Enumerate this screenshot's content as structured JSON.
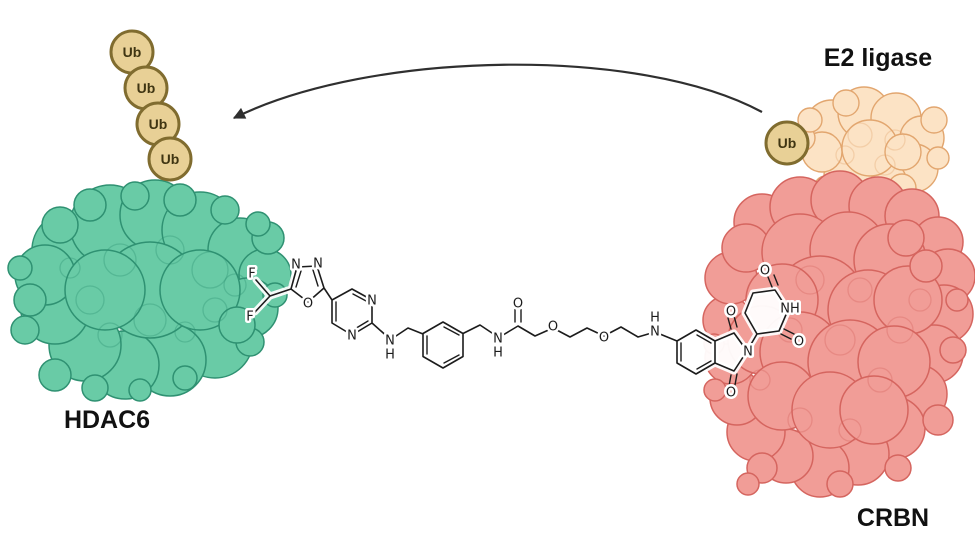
{
  "labels": {
    "hdac6": "HDAC6",
    "e2_ligase": "E2 ligase",
    "crbn": "CRBN"
  },
  "ubiquitin": {
    "chain": [
      "Ub",
      "Ub",
      "Ub",
      "Ub"
    ],
    "single": "Ub"
  },
  "molecule": {
    "atoms": {
      "f1": "F",
      "f2": "F",
      "oxadiazole_n3": "N",
      "oxadiazole_n4": "N",
      "oxadiazole_o": "O",
      "pyrimidine_n1": "N",
      "pyrimidine_n3": "N",
      "aniline_n": "N",
      "aniline_h": "H",
      "amide_n": "N",
      "amide_h": "H",
      "amide_o": "O",
      "ether_o1": "O",
      "ether_o2": "O",
      "amine_h": "H",
      "amine_n": "N",
      "imide_n": "N",
      "imide_o1": "O",
      "imide_o2": "O",
      "glutarimide_nh": "NH",
      "glutarimide_o1": "O",
      "glutarimide_o2": "O"
    }
  },
  "colors": {
    "hdac6-fill": "#69CBA6",
    "hdac6-stroke": "#2F9172",
    "e2-fill": "#FCE3C5",
    "e2-stroke": "#E2A66F",
    "crbn-fill": "#F19D97",
    "crbn-stroke": "#D5655F",
    "ub-fill": "#E8D096",
    "ub-stroke": "#806C2F",
    "ub-text": "#3F3512",
    "arrow": "#2F2F2F",
    "bond": "#1C1C1C",
    "label-text": "#111111"
  }
}
